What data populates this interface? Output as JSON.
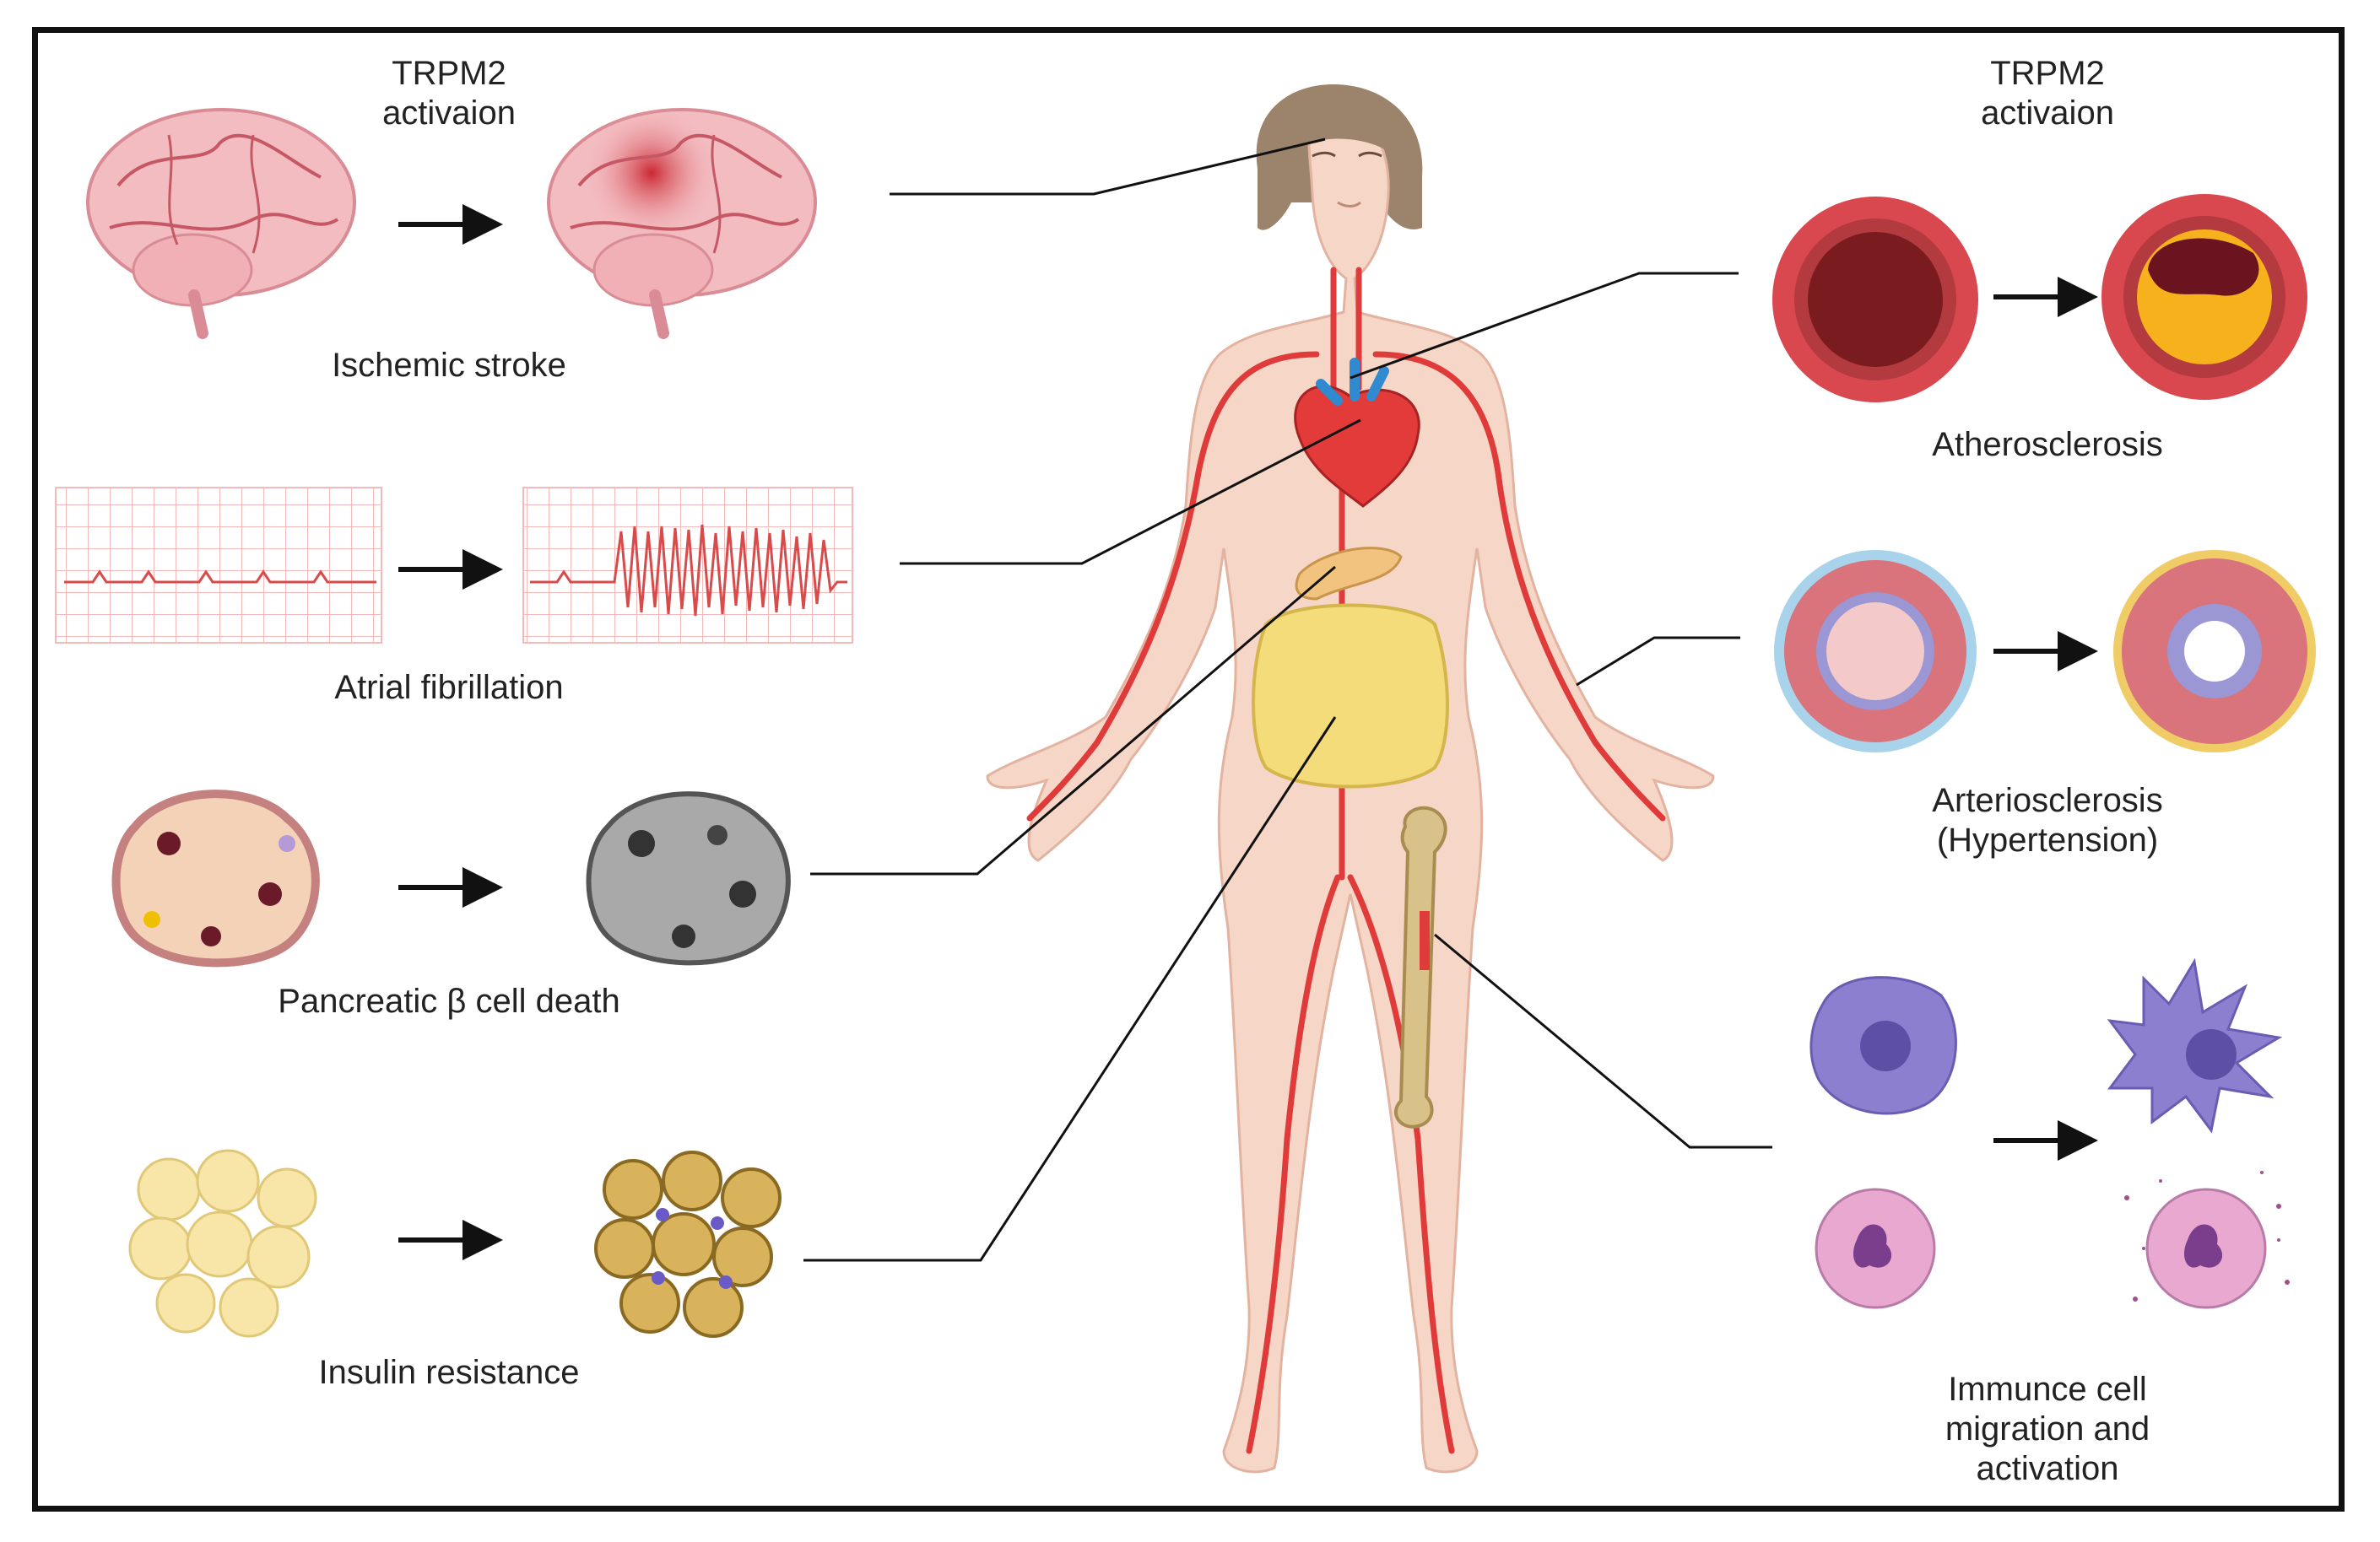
{
  "header": {
    "left": {
      "line1": "TRPM2",
      "line2": "activaion"
    },
    "right": {
      "line1": "TRPM2",
      "line2": "activaion"
    }
  },
  "conditions": {
    "stroke": "Ischemic stroke",
    "afib": "Atrial fibrillation",
    "pancreas": "Pancreatic β cell death",
    "insulin": "Insulin resistance",
    "athero": "Atherosclerosis",
    "arterio_line1": "Arteriosclerosis",
    "arterio_line2": "(Hypertension)",
    "immune_line1": "Immunce cell",
    "immune_line2": "migration and",
    "immune_line3": "activation"
  },
  "colors": {
    "skin": "#f6d6c6",
    "artery": "#e03b3b",
    "brain": "#f3bcc0",
    "fat": "#f2d991",
    "vessel_wall": "#d9484e",
    "immune": "#8c7fd0",
    "neutrophil": "#e9a8cf"
  }
}
